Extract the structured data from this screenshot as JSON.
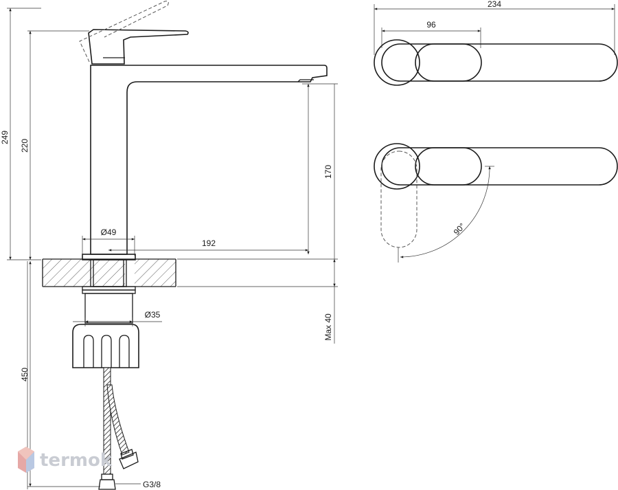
{
  "dimensions": {
    "total_height": "249",
    "body_height": "220",
    "spout_height": "170",
    "base_diameter": "Ø49",
    "spout_reach": "192",
    "thread_diameter": "Ø35",
    "max_countertop": "Max 40",
    "hose_length": "450",
    "hose_thread": "G3/8",
    "top_length": "234",
    "handle_length": "96",
    "rotation_angle": "90°"
  },
  "watermark": {
    "text": "termok"
  },
  "colors": {
    "line": "#1a1a1a",
    "dashed": "#555555",
    "watermark": "#c9ccd3"
  }
}
